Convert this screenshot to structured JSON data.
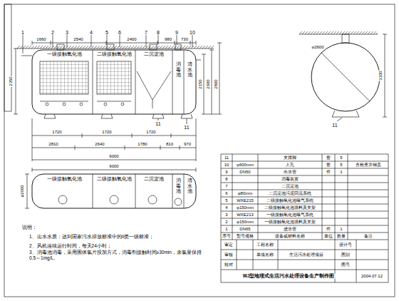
{
  "diagram": {
    "nodes": [
      {
        "text": [
          "一级接触氧化池"
        ]
      },
      {
        "text": [
          "二级接触氧化池"
        ]
      },
      {
        "text": [
          "二沉淀池"
        ]
      },
      {
        "text": [
          "消毒池"
        ]
      },
      {
        "text": [
          "清水池"
        ]
      },
      {
        "text": [
          "一级接触氧化池"
        ]
      },
      {
        "text": [
          "二级接触氧化池"
        ]
      },
      {
        "text": [
          "二沉淀池"
        ]
      },
      {
        "text": [
          "消毒池"
        ]
      },
      {
        "text": [
          "清水池"
        ]
      }
    ],
    "labels": [
      "1",
      "2",
      "3",
      "4",
      "5",
      "6",
      "7",
      "8",
      "9",
      "10",
      "11",
      "11",
      "1660",
      "2540",
      "2400",
      "980",
      "730",
      "2350",
      "2150",
      "2600",
      "2800",
      "1720",
      "1720",
      "1720",
      "2810",
      "2640",
      "1780",
      "810",
      "970",
      "9000",
      "⌀2600",
      "3100",
      "11",
      "9000",
      "⌀2600",
      "说明：",
      "1、出水水质：达到国家污水排放标准中的II类一级标准；",
      "2、风机连续运行时间，每天24小时；",
      "3、消毒池消毒，采用固体氯片投加方式，消毒剂接触时间≥30min，余氯量保持0.5～1mg/L。",
      "11",
      "支撑脚",
      "套",
      "5",
      "10",
      "φ600mm",
      "人孔",
      "套",
      "5",
      "含检查井钢盖",
      "9",
      "DN50",
      "出水管",
      "件",
      "1",
      "8",
      "消毒装置",
      "7",
      "二沉淀池",
      "6",
      "φ80mm",
      "二沉淀池污泥回流系统",
      "5",
      "WXE215",
      "二级接触氧化池曝气系统",
      "4",
      "φ150mm",
      "二级接触氧化池填料及支架",
      "3",
      "WXE213",
      "一级接触氧化池曝气系统",
      "2",
      "φ150mm",
      "一级接触氧化池填料及支架",
      "1",
      "DN65",
      "进水管",
      "件",
      "1",
      "序号",
      "型号规格",
      "设备或材料名称",
      "单位",
      "数量",
      "备注",
      "审定",
      "审核",
      "校对",
      "工程名称",
      "单项名称",
      "生活污水处理项目",
      "设计号",
      "图别",
      "图号",
      "WJ型地埋式生活污水处理设备生产制作图",
      "2004.07.12"
    ]
  }
}
